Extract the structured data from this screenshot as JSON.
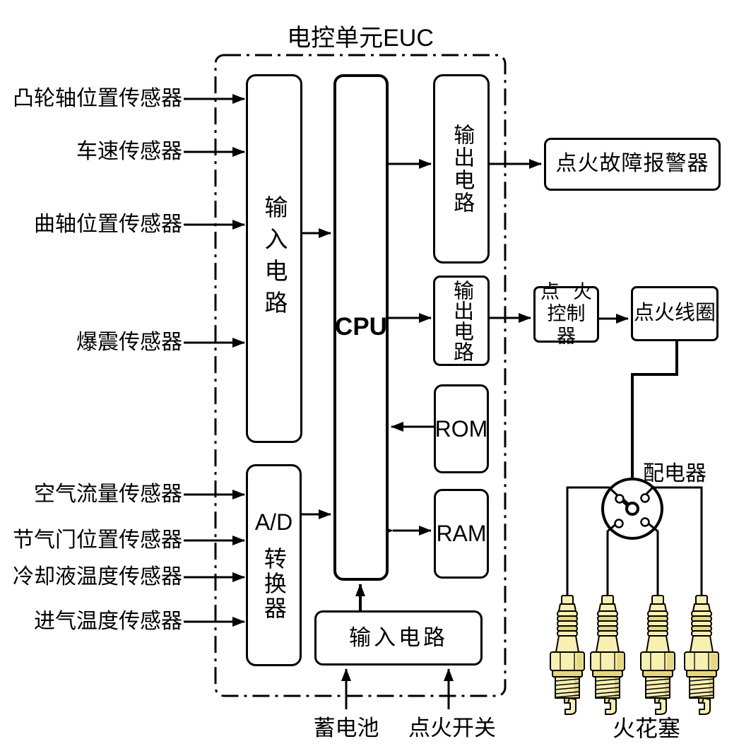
{
  "title": "电控单元EUC",
  "sensors_top": [
    "凸轮轴位置传感器",
    "车速传感器",
    "曲轴位置传感器",
    "爆震传感器"
  ],
  "sensors_bottom": [
    "空气流量传感器",
    "节气门位置传感器",
    "冷却液温度传感器",
    "进气温度传感器"
  ],
  "ecu": {
    "input_circuit": "输入电路",
    "cpu": "CPU",
    "output_circuit_top": "输出电路",
    "output_circuit_mid": "输出电路",
    "rom": "ROM",
    "ram": "RAM",
    "ad_converter_line1": "A/D",
    "ad_converter_line2": "转换器",
    "bottom_input_circuit": "输入电路"
  },
  "outputs": {
    "ignition_fault_alarm": "点火故障报警器",
    "ignition_controller_line1": "点 火",
    "ignition_controller_line2": "控制器",
    "ignition_coil": "点火线圈",
    "distributor_label": "配电器",
    "spark_plugs_label": "火花塞"
  },
  "power": {
    "battery": "蓄电池",
    "ignition_switch": "点火开关"
  },
  "icons": {
    "distributor": "distributor-icon",
    "spark_plug": "spark-plug-icon"
  },
  "colors": {
    "line": "#000000",
    "background": "#ffffff",
    "spark_plug_body": "#F7F0B0",
    "spark_plug_shade": "#E6D77F"
  }
}
